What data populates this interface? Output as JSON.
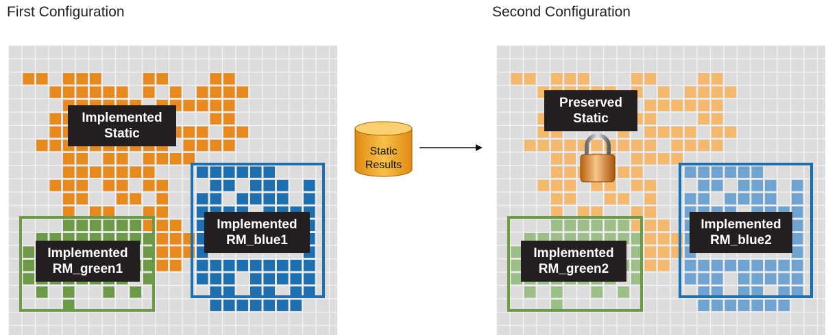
{
  "headings": {
    "first": "First Configuration",
    "second": "Second Configuration"
  },
  "first_config": {
    "static_label": [
      "Implemented",
      "Static"
    ],
    "blue_label": [
      "Implemented",
      "RM_blue1"
    ],
    "green_label": [
      "Implemented",
      "RM_green1"
    ]
  },
  "second_config": {
    "static_label": [
      "Preserved",
      "Static"
    ],
    "blue_label": [
      "Implemented",
      "RM_blue2"
    ],
    "green_label": [
      "Implemented",
      "RM_green2"
    ]
  },
  "database": {
    "line1": "Static",
    "line2": "Results"
  },
  "colors": {
    "grid_bg": "#dcdcdc",
    "grid_line": "#f4f4f4",
    "orange": "#e8891d",
    "orange_light": "#f5b96e",
    "blue": "#1e6fb0",
    "blue_light": "#6fa3d2",
    "green": "#6c9a49",
    "green_light": "#9bbf87",
    "label_bg": "#231f20",
    "db_fill": "#f2a423"
  },
  "icons": {
    "lock": "padlock-icon",
    "database": "database-cylinder-icon",
    "arrow": "right-arrow-icon"
  }
}
